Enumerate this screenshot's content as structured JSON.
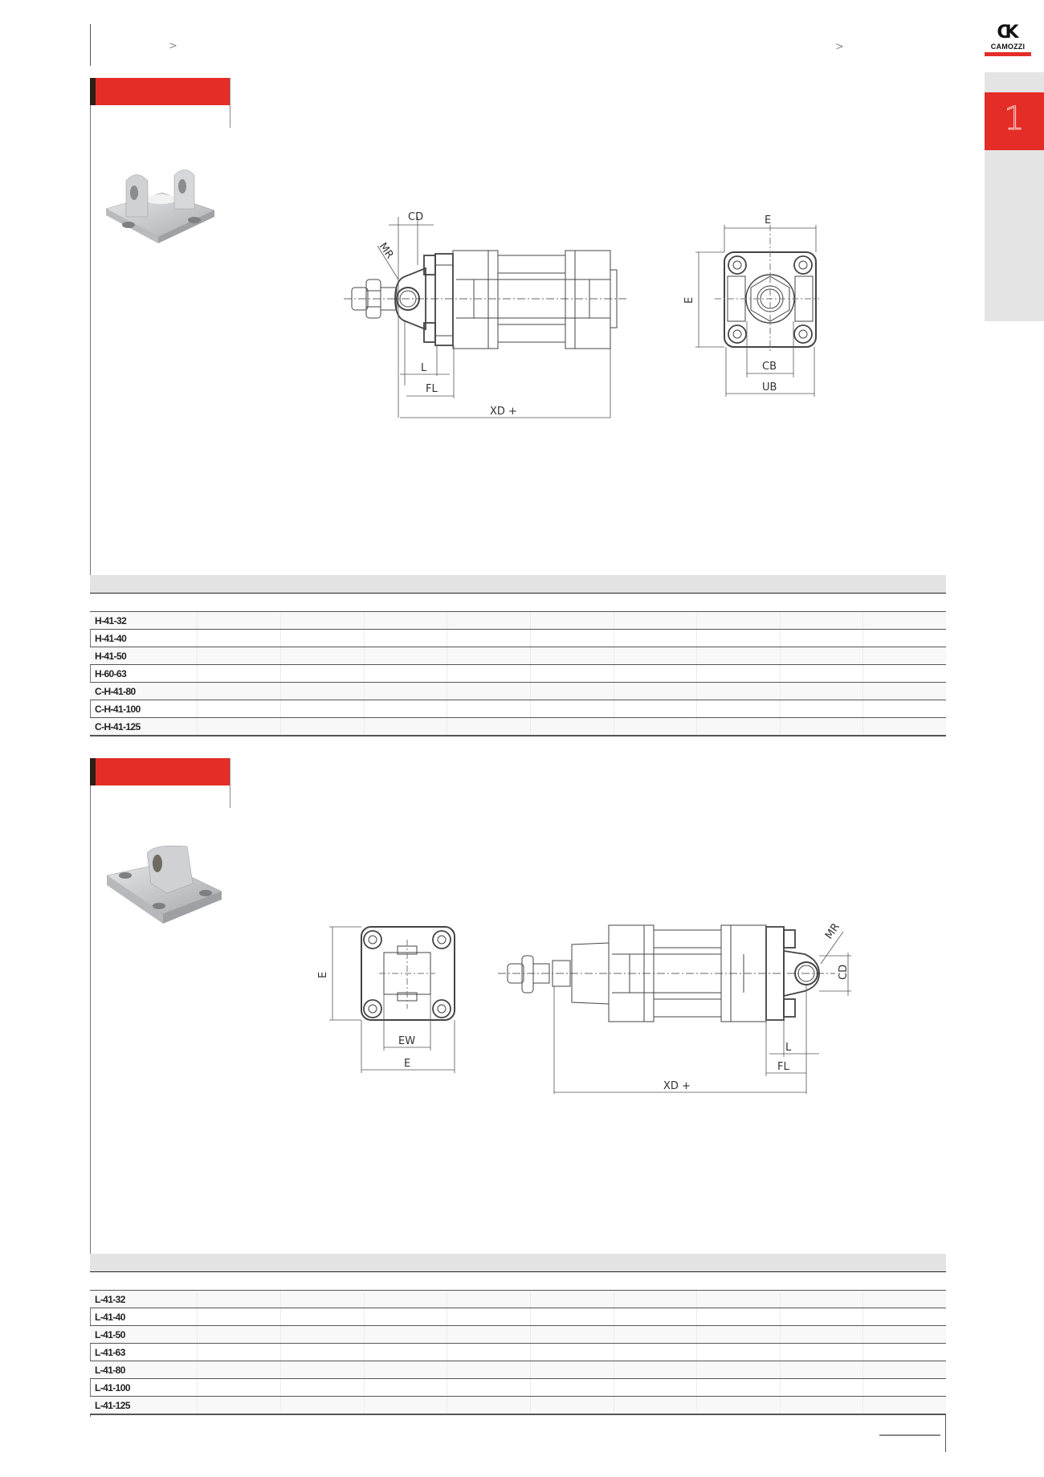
{
  "header": {
    "breadcrumb_left_arrow": ">",
    "breadcrumb_right_arrow": ">",
    "logo": {
      "mark": "CK",
      "name": "CAMOZZI",
      "accent_color": "#e32d26"
    }
  },
  "side_tab": {
    "chapter_number": "1",
    "color": "#e32d26"
  },
  "sections": [
    {
      "id": "rear-hinge-male",
      "title": "",
      "photo": "rear-hinge-bracket-photo",
      "drawing_labels": {
        "side_view": [
          "CD",
          "MR",
          "L",
          "FL",
          "XD +"
        ],
        "end_view": [
          "E",
          "E",
          "CB",
          "UB"
        ]
      },
      "table": {
        "rows": [
          {
            "code": "H-41-32"
          },
          {
            "code": "H-41-40"
          },
          {
            "code": "H-41-50"
          },
          {
            "code": "H-60-63"
          },
          {
            "code": "C-H-41-80"
          },
          {
            "code": "C-H-41-100"
          },
          {
            "code": "C-H-41-125"
          }
        ]
      }
    },
    {
      "id": "rear-hinge-female",
      "title": "",
      "photo": "rear-hinge-single-bracket-photo",
      "drawing_labels": {
        "end_view": [
          "E",
          "EW",
          "E"
        ],
        "side_view": [
          "MR",
          "CD",
          "L",
          "FL",
          "XD +"
        ]
      },
      "table": {
        "rows": [
          {
            "code": "L-41-32"
          },
          {
            "code": "L-41-40"
          },
          {
            "code": "L-41-50"
          },
          {
            "code": "L-41-63"
          },
          {
            "code": "L-41-80"
          },
          {
            "code": "L-41-100"
          },
          {
            "code": "L-41-125"
          }
        ]
      }
    }
  ]
}
